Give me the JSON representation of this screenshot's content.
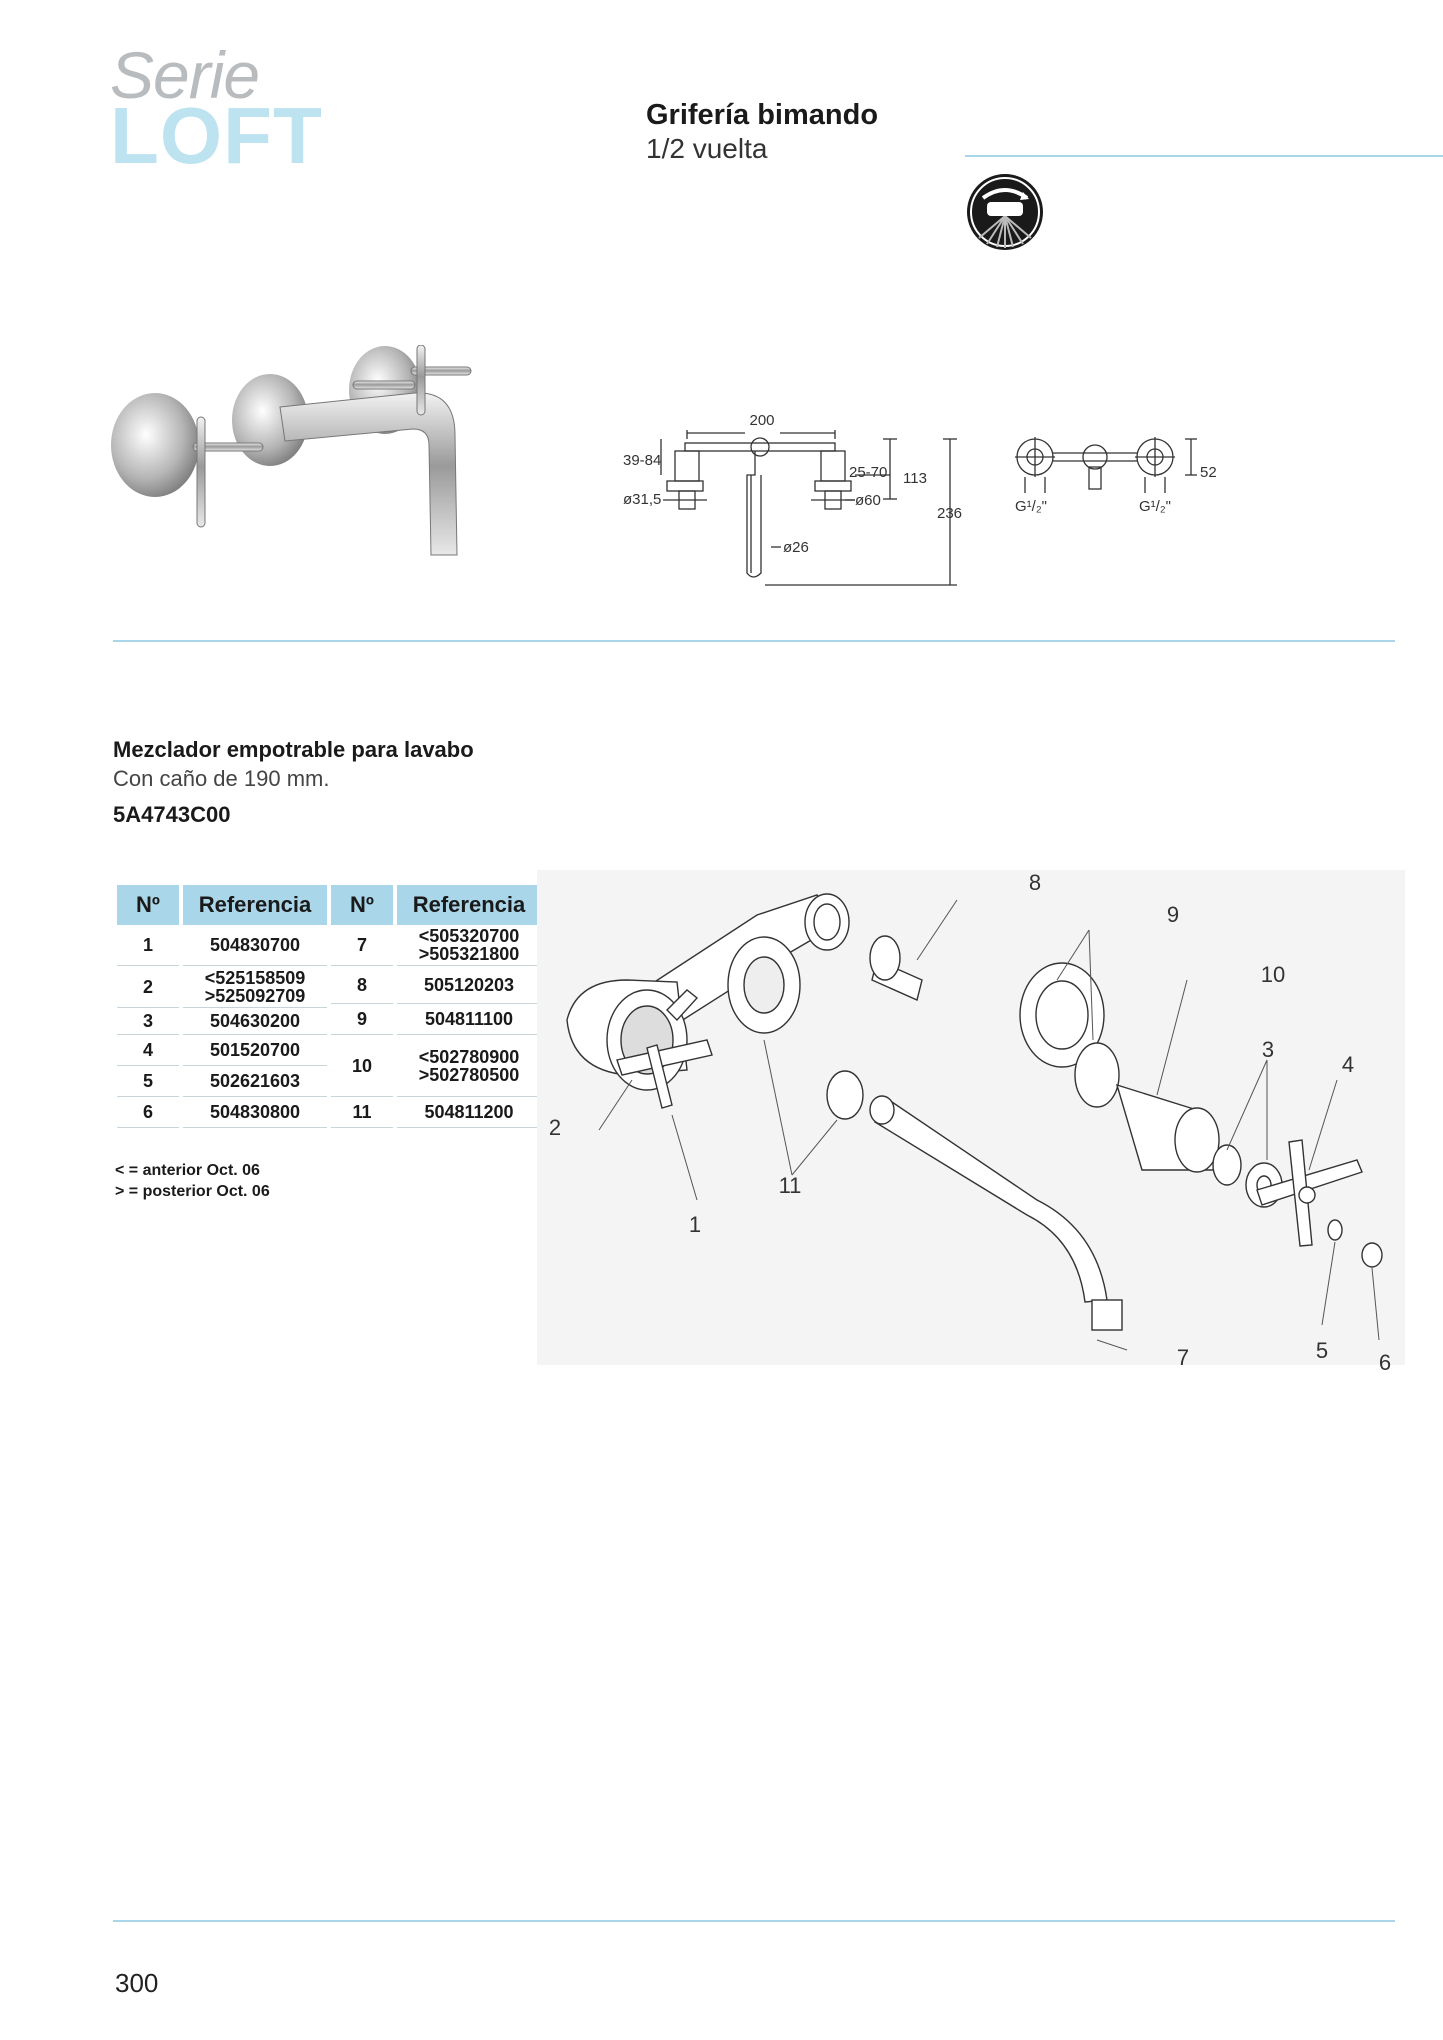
{
  "header": {
    "serie_label": "Serie",
    "series_name": "LOFT",
    "title": "Grifería bimando",
    "subtitle": "1/2 vuelta"
  },
  "icon": {
    "name": "half-turn-icon",
    "color": "#1a1a1a"
  },
  "dimensions": {
    "width": "200",
    "depth": "39-84",
    "rosette": "ø31,5",
    "spout_dia": "ø26",
    "range": "25-70",
    "flange": "ø60",
    "height_a": "113",
    "height_b": "236",
    "side_a": "52",
    "thread_l": "G¹/₂\"",
    "thread_r": "G¹/₂\""
  },
  "product": {
    "title": "Mezclador empotrable para lavabo",
    "subtitle": "Con caño de 190 mm.",
    "code": "5A4743C00"
  },
  "table": {
    "headers": [
      "Nº",
      "Referencia",
      "Nº",
      "Referencia"
    ],
    "left": [
      {
        "n": "1",
        "ref": [
          "504830700"
        ]
      },
      {
        "n": "2",
        "ref": [
          "<525158509",
          ">525092709"
        ]
      },
      {
        "n": "3",
        "ref": [
          "504630200"
        ]
      },
      {
        "n": "4",
        "ref": [
          "501520700"
        ]
      },
      {
        "n": "5",
        "ref": [
          "502621603"
        ]
      },
      {
        "n": "6",
        "ref": [
          "504830800"
        ]
      }
    ],
    "right": [
      {
        "n": "7",
        "ref": [
          "<505320700",
          ">505321800"
        ]
      },
      {
        "n": "8",
        "ref": [
          "505120203"
        ]
      },
      {
        "n": "9",
        "ref": [
          "504811100"
        ]
      },
      {
        "n": "10",
        "ref": [
          "<502780900",
          ">502780500"
        ]
      },
      {
        "n": "11",
        "ref": [
          "504811200"
        ]
      }
    ]
  },
  "legend": {
    "line1": "< = anterior Oct. 06",
    "line2": "> = posterior Oct. 06"
  },
  "callouts": [
    "1",
    "2",
    "3",
    "4",
    "5",
    "6",
    "7",
    "8",
    "9",
    "10",
    "11"
  ],
  "page_number": "300",
  "colors": {
    "accent": "#a9d6e9",
    "loft": "#bde3f1"
  }
}
